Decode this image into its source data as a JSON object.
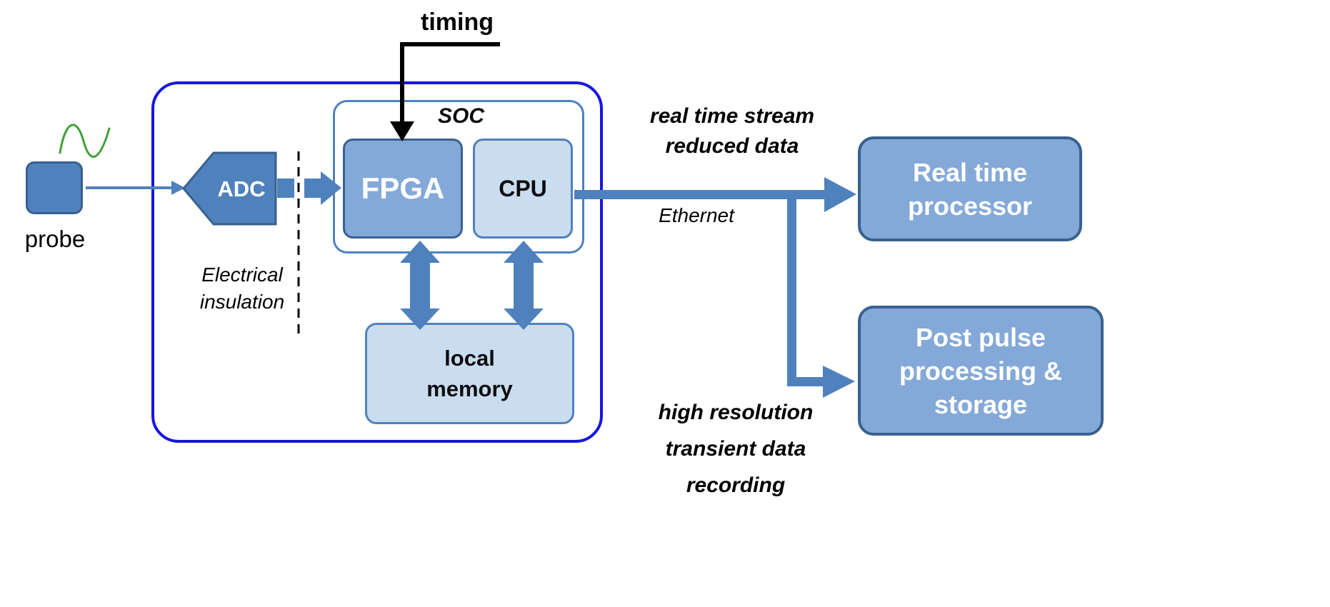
{
  "colors": {
    "steel": "#4f81bd",
    "steel-dark": "#38618e",
    "med-blue": "#84a9d9",
    "light-blue": "#cadcf0",
    "outer-border": "#1616e0",
    "sine-green": "#3fa037"
  },
  "probe": {
    "label": "probe"
  },
  "adc": {
    "label": "ADC"
  },
  "timing": {
    "label": "timing"
  },
  "insulation": {
    "line1": "Electrical",
    "line2": "insulation"
  },
  "soc": {
    "label": "SOC"
  },
  "fpga": {
    "label": "FPGA"
  },
  "cpu": {
    "label": "CPU"
  },
  "memory": {
    "line1": "local",
    "line2": "memory"
  },
  "stream": {
    "line1": "real time stream",
    "line2": "reduced data"
  },
  "ethernet": {
    "label": "Ethernet"
  },
  "realtime": {
    "line1": "Real time",
    "line2": "processor"
  },
  "postpulse": {
    "line1": "Post pulse",
    "line2": "processing &",
    "line3": "storage"
  },
  "recording": {
    "line1": "high resolution",
    "line2": "transient data",
    "line3": "recording"
  }
}
